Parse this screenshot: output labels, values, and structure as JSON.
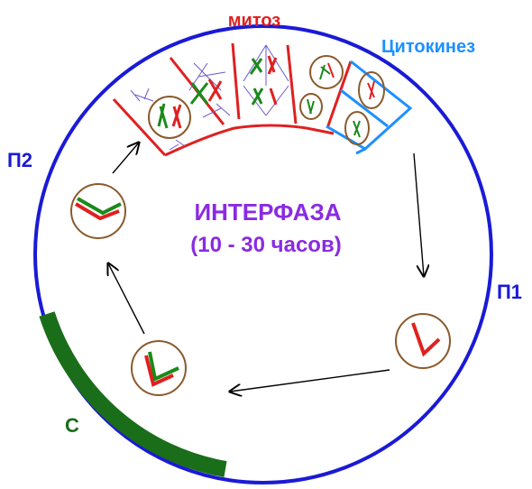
{
  "labels": {
    "mitosis": "митоз",
    "cytokinesis": "Цитокинез",
    "interphase": "ИНТЕРФАЗА",
    "duration": "(10 - 30 часов)",
    "g2": "П2",
    "g1": "П1",
    "s": "С"
  },
  "colors": {
    "cycle_ring": "#1a1ad6",
    "mitosis": "#e02020",
    "cytokinesis": "#1e90ff",
    "interphase": "#8a2be2",
    "s_phase": "#1a6e1a",
    "cell_outline": "#8b5a2b",
    "chromosome_red": "#e02020",
    "chromosome_green": "#1a8a1a",
    "arrow": "#000000"
  }
}
